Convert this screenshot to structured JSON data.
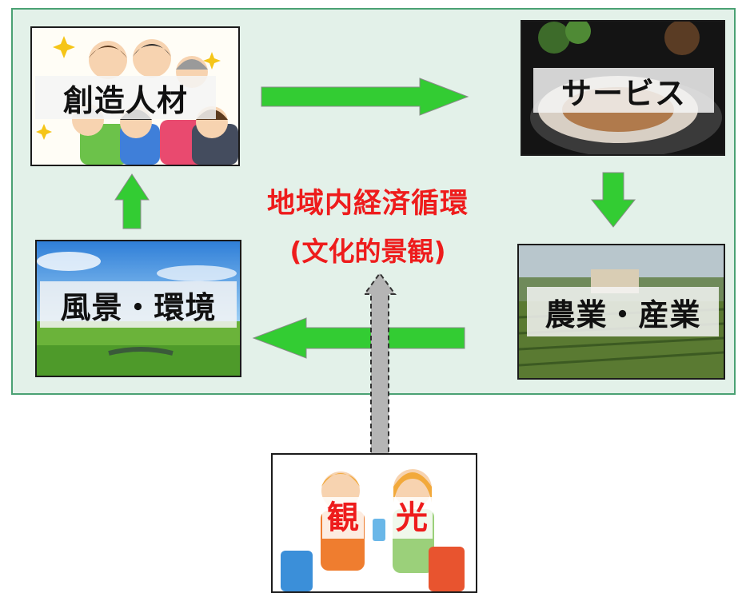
{
  "diagram": {
    "center": {
      "title": "地域内経済循環",
      "subtitle": "(文化的景観)"
    },
    "nodes": {
      "creative_people": "創造人材",
      "services": "サービス",
      "agriculture_industry": "農業・産業",
      "scenery_environment": "風景・環境",
      "tourism_left": "観",
      "tourism_right": "光"
    },
    "colors": {
      "cycle_bg": "#e3f1e9",
      "cycle_border": "#4aa173",
      "arrow_green": "#33cc33",
      "center_text": "#ee1c1c",
      "tourism_arrow": "#b5b5b5"
    }
  }
}
